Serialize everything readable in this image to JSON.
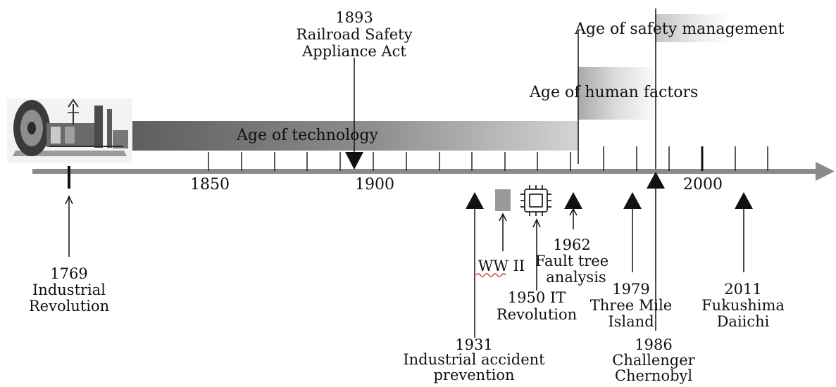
{
  "axis": {
    "tick_labels": [
      "1850",
      "1900",
      "2000"
    ]
  },
  "ages": {
    "technology": "Age of technology",
    "human_factors": "Age of human factors",
    "safety_management": "Age of safety management"
  },
  "events": {
    "industrial_revolution": {
      "year": "1769",
      "line1": "Industrial",
      "line2": "Revolution"
    },
    "railroad_act": {
      "year": "1893",
      "line1": "Railroad Safety",
      "line2": "Appliance Act"
    },
    "accident_prevention": {
      "year": "1931",
      "line1": "Industrial accident",
      "line2": "prevention"
    },
    "ww2": {
      "label": "WW II"
    },
    "it_revolution": {
      "line1": "1950 IT",
      "line2": "Revolution"
    },
    "fault_tree": {
      "year": "1962",
      "line1": "Fault tree",
      "line2": "analysis"
    },
    "three_mile": {
      "year": "1979",
      "line1": "Three Mile",
      "line2": "Island"
    },
    "challenger": {
      "year": "1986",
      "line1": "Challenger",
      "line2": "Chernobyl"
    },
    "fukushima": {
      "year": "2011",
      "line1": "Fukushima",
      "line2": "Daiichi"
    }
  },
  "colors": {
    "axis": "#8a8a8a",
    "band_dark": "#6e6e6e",
    "band_light": "#f4f4f4",
    "marker": "#111111"
  },
  "icons": [
    "steam-engine-illustration",
    "chip-icon",
    "ww2-marker-rect"
  ]
}
